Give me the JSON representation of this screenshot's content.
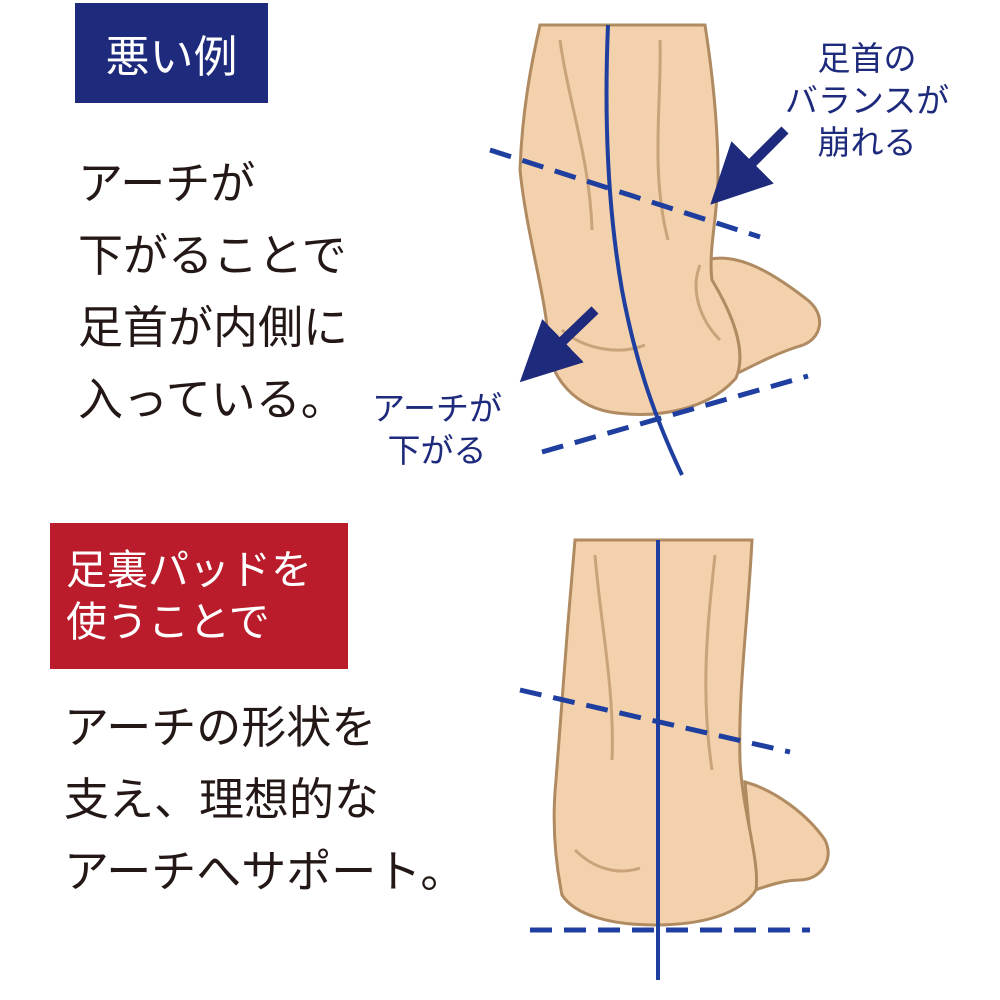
{
  "bad_example": {
    "label": "悪い例",
    "description": [
      "アーチが",
      "下がることで",
      "足首が内側に",
      "入っている。"
    ],
    "callout_ankle": [
      "足首の",
      "バランスが",
      "崩れる"
    ],
    "callout_arch": [
      "アーチが",
      "下がる"
    ]
  },
  "good_example": {
    "label": [
      "足裏パッドを",
      "使うことで"
    ],
    "description": [
      "アーチの形状を",
      "支え、理想的な",
      "アーチへサポート。"
    ]
  },
  "colors": {
    "navy": "#1e2a7c",
    "red": "#bb1c2c",
    "skin": "#f3d1ac",
    "skin_outline": "#b08a61",
    "line": "#1f3fa0",
    "text": "#231815"
  }
}
